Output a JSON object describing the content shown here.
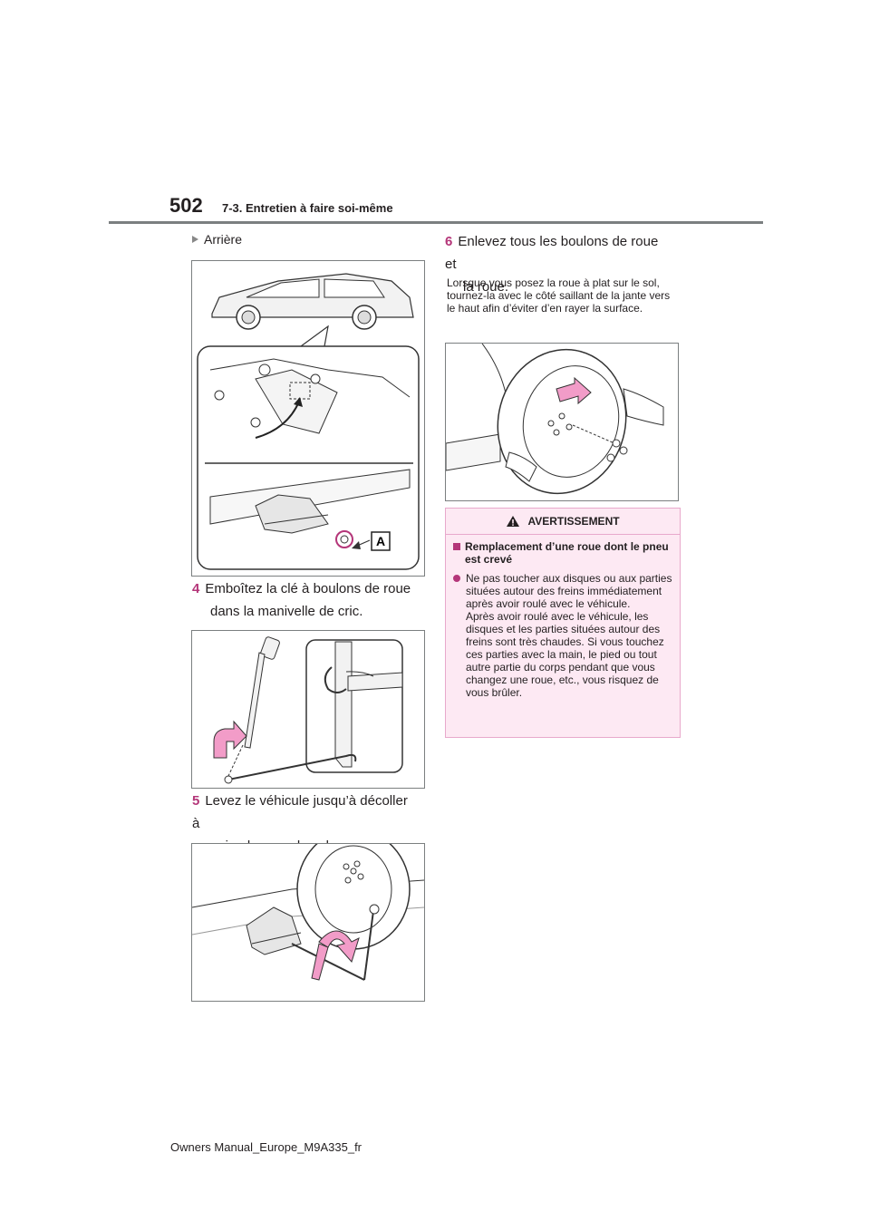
{
  "header": {
    "page_number": "502",
    "section": "7-3. Entretien à faire soi-même"
  },
  "left": {
    "sub_heading": "Arrière",
    "figure_label_a": "A",
    "step4": {
      "num": "4",
      "line1": "Emboîtez la clé à boulons de roue",
      "line2": "dans la manivelle de cric."
    },
    "step5": {
      "num": "5",
      "line1": "Levez le véhicule jusqu’à décoller à",
      "line2": "peine la roue du sol."
    }
  },
  "right": {
    "step6": {
      "num": "6",
      "line1": "Enlevez tous les boulons de roue et",
      "line2": "la roue."
    },
    "note": "Lorsque vous posez la roue à plat sur le sol, tournez-la avec le côté saillant de la jante vers le haut afin d’éviter d’en rayer la surface.",
    "warning": {
      "title": "AVERTISSEMENT",
      "subheading": "Remplacement d’une roue dont le pneu est crevé",
      "bullet": "Ne pas toucher aux disques ou aux parties situées autour des freins immédiatement après avoir roulé avec le véhicule.",
      "body": "Après avoir roulé avec le véhicule, les disques et les parties situées autour des freins sont très chaudes. Si vous touchez ces parties avec la main, le pied ou tout autre partie du corps pendant que vous changez une roue, etc., vous risquez de vous brûler."
    }
  },
  "footer": {
    "text": "Owners Manual_Europe_M9A335_fr"
  },
  "colors": {
    "accent": "#b43679",
    "warning_bg": "#fde9f3",
    "rule": "#7b7f80",
    "arrow_pink": "#f29cc8"
  }
}
